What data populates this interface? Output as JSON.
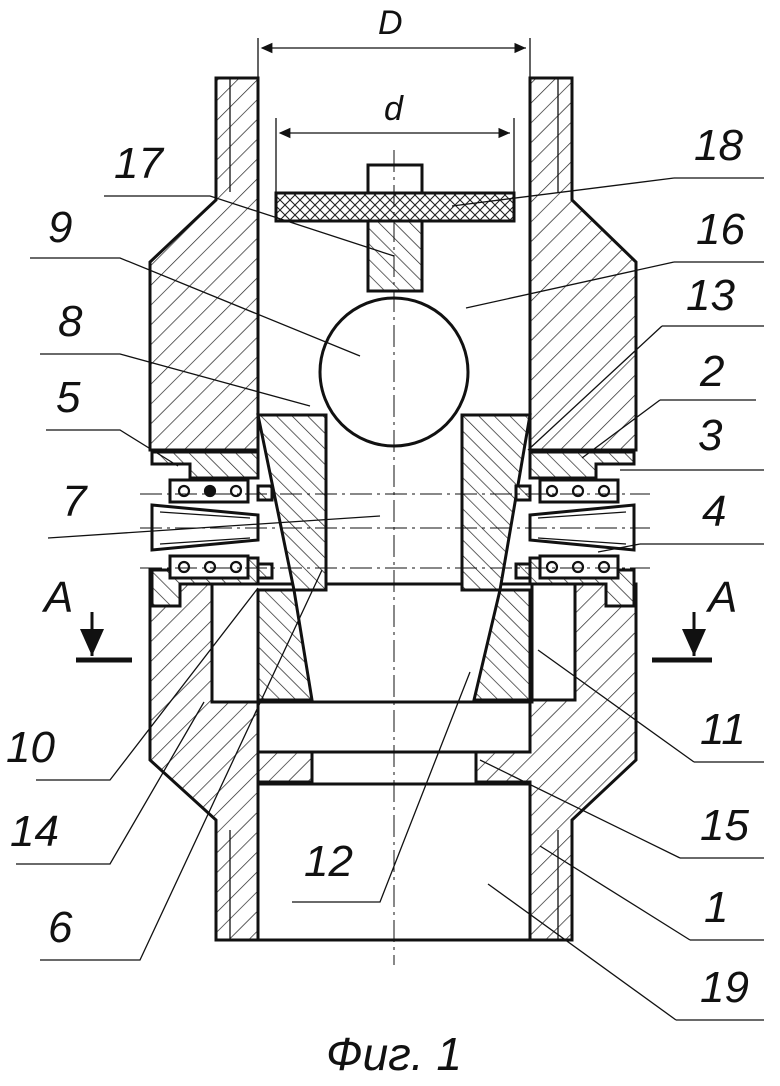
{
  "figure": {
    "caption": "Фиг. 1",
    "dimension_outer": "D",
    "dimension_inner": "d",
    "section_marks": [
      "A",
      "A"
    ]
  },
  "callouts": {
    "n17": "17",
    "n18": "18",
    "n9": "9",
    "n16": "16",
    "n8": "8",
    "n13": "13",
    "n5": "5",
    "n2": "2",
    "n3": "3",
    "n7": "7",
    "n4": "4",
    "n10": "10",
    "n11": "11",
    "n14": "14",
    "n15": "15",
    "n12": "12",
    "n6": "6",
    "n1": "1",
    "n19": "19"
  }
}
